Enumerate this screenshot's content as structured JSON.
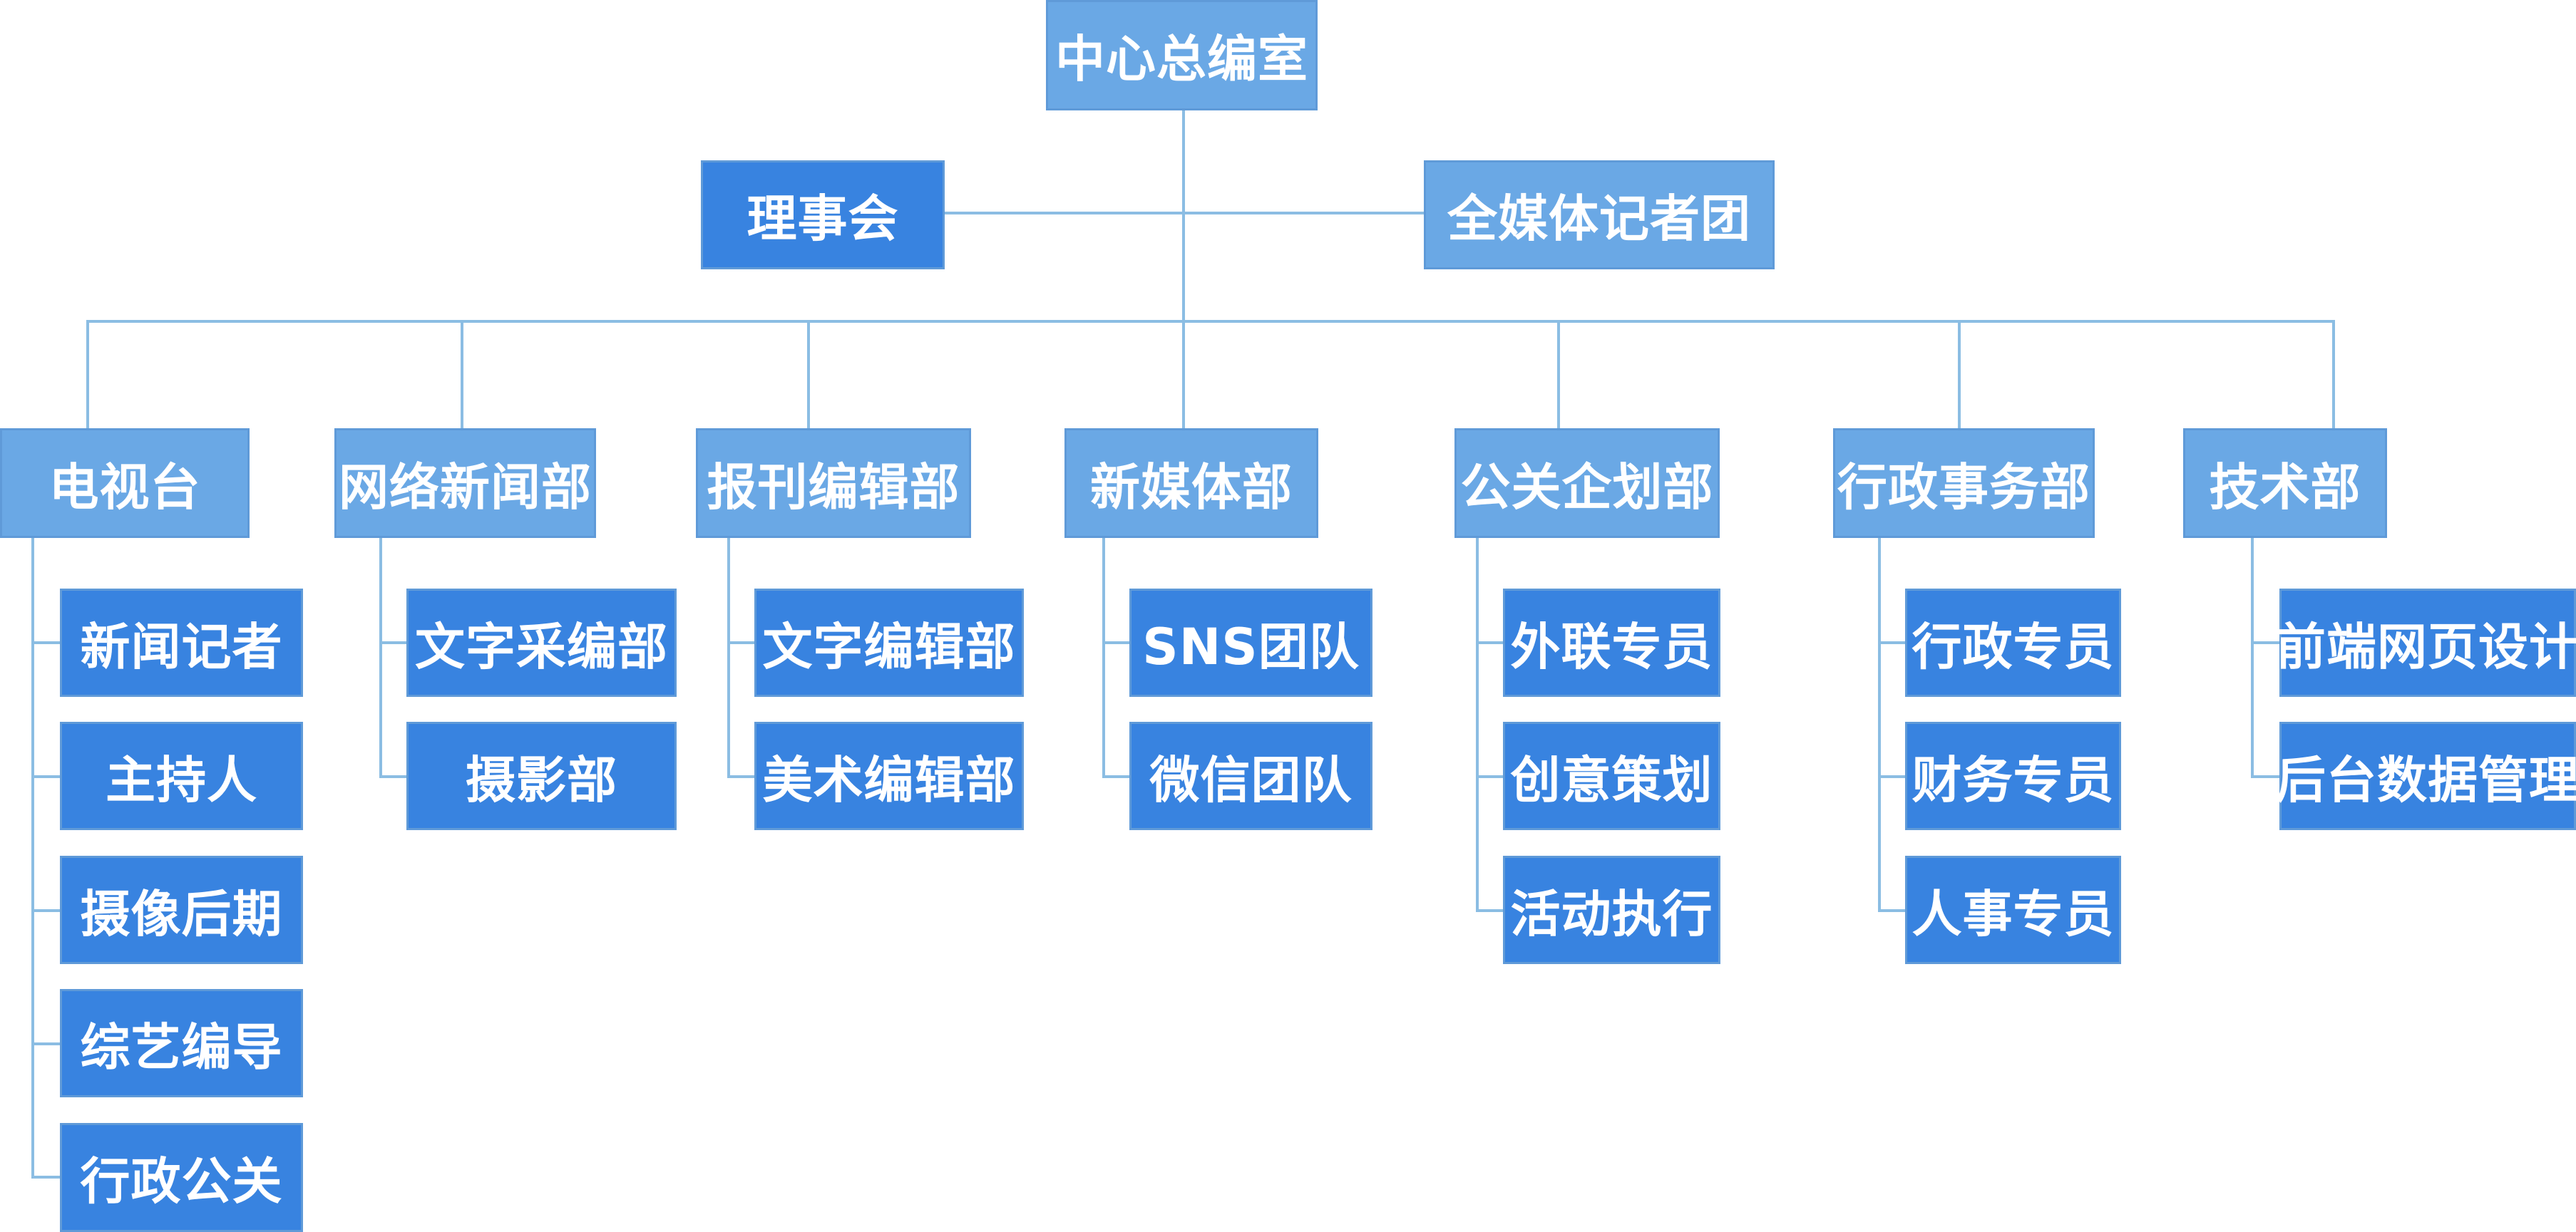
{
  "org_chart": {
    "root": "中心总编室",
    "aside_left": "理事会",
    "aside_right": "全媒体记者团",
    "departments": [
      {
        "label": "电视台",
        "children": [
          "新闻记者",
          "主持人",
          "摄像后期",
          "综艺编导",
          "行政公关"
        ]
      },
      {
        "label": "网络新闻部",
        "children": [
          "文字采编部",
          "摄影部"
        ]
      },
      {
        "label": "报刊编辑部",
        "children": [
          "文字编辑部",
          "美术编辑部"
        ]
      },
      {
        "label": "新媒体部",
        "children": [
          "SNS团队",
          "微信团队"
        ]
      },
      {
        "label": "公关企划部",
        "children": [
          "外联专员",
          "创意策划",
          "活动执行"
        ]
      },
      {
        "label": "行政事务部",
        "children": [
          "行政专员",
          "财务专员",
          "人事专员"
        ]
      },
      {
        "label": "技术部",
        "children": [
          "前端网页设计",
          "后台数据管理"
        ]
      }
    ]
  },
  "colors": {
    "primary_box": "#3883e0",
    "secondary_box": "#6aa8e5",
    "connector": "#8bbde3",
    "border": "#5f9ad8",
    "text": "#ffffff"
  }
}
